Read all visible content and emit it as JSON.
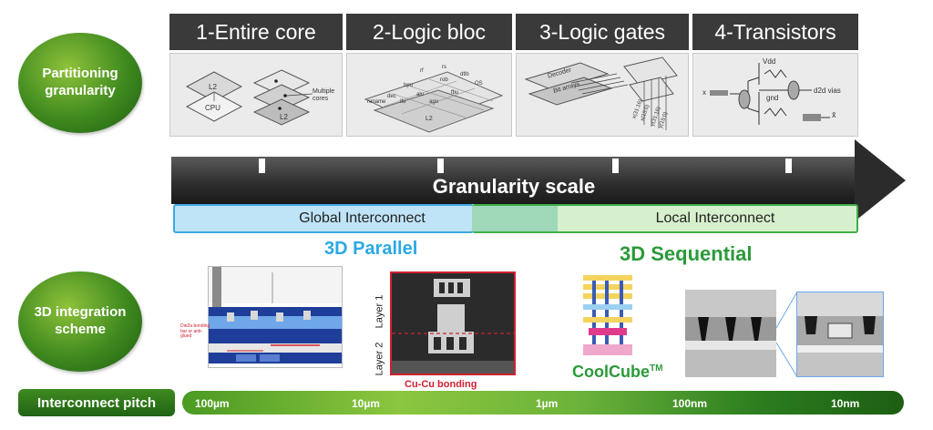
{
  "left_labels": {
    "partitioning": "Partitioning granularity",
    "integration": "3D integration scheme",
    "pitch": "Interconnect pitch"
  },
  "tabs": [
    {
      "label": "1-Entire core"
    },
    {
      "label": "2-Logic bloc"
    },
    {
      "label": "3-Logic gates"
    },
    {
      "label": "4-Transistors"
    }
  ],
  "thumbs": {
    "core": {
      "l2": "L2",
      "cpu": "CPU",
      "l2b": "L2",
      "note": "Multiple cores"
    },
    "bloc": {
      "cells": [
        "rf",
        "rs",
        "rob",
        "dtlb",
        "bpu",
        "OS",
        "rename",
        "dec",
        "ifu",
        "alu",
        "agu",
        "fbu"
      ],
      "l2": "L2"
    },
    "gates": {
      "decoder": "Decoder",
      "bit_arrays": "Bit arrays",
      "x_labels": [
        "x(31:16)",
        "x(15:0)",
        "y(31:16)",
        "y(15:0)"
      ]
    },
    "transistors": {
      "vdd": "Vdd",
      "gnd": "gnd",
      "x": "x",
      "xbar": "x̄",
      "vias": "d2d vias"
    }
  },
  "scale": {
    "label": "Granularity scale"
  },
  "interconnect": {
    "global": "Global Interconnect",
    "local": "Local Interconnect"
  },
  "categories": {
    "parallel": "3D Parallel",
    "sequential": "3D Sequential"
  },
  "images": {
    "cross_section": {
      "red_labels": [
        "Die2a bonding bar or anti-glued"
      ]
    },
    "sem": {
      "layer1": "Layer 1",
      "layer2": "Layer 2",
      "caption": "Cu-Cu bonding"
    },
    "coolcube": {
      "name": "CoolCube",
      "tm": "TM"
    }
  },
  "pitch": {
    "values": [
      "100µm",
      "10µm",
      "1µm",
      "100nm",
      "10nm"
    ]
  },
  "colors": {
    "green_dark": "#1d5d10",
    "green_light": "#8fc23a",
    "parallel_blue": "#2aa8e4",
    "sequential_green": "#2b9a3a",
    "tab_dark": "#3a3a3a",
    "bonding_red": "#d02030"
  }
}
